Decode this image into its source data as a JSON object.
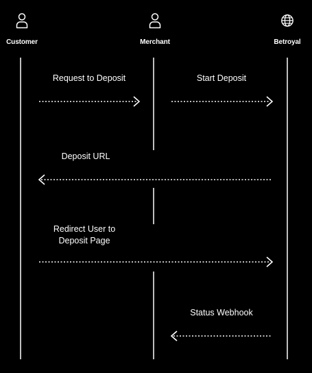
{
  "actors": [
    {
      "name": "Customer",
      "icon": "user-icon"
    },
    {
      "name": "Merchant",
      "icon": "user-icon"
    },
    {
      "name": "Betroyal",
      "icon": "globe-icon"
    }
  ],
  "messages": [
    {
      "label": "Request to Deposit",
      "from": "Customer",
      "to": "Merchant"
    },
    {
      "label": "Start Deposit",
      "from": "Merchant",
      "to": "Betroyal"
    },
    {
      "label": "Deposit URL",
      "from": "Betroyal",
      "to": "Customer"
    },
    {
      "label_lines": [
        "Redirect User to",
        "Deposit Page"
      ],
      "from": "Customer",
      "to": "Betroyal"
    },
    {
      "label": "Status Webhook",
      "from": "Betroyal",
      "to": "Merchant"
    }
  ],
  "colors": {
    "background": "#000000",
    "line": "#ffffff"
  }
}
